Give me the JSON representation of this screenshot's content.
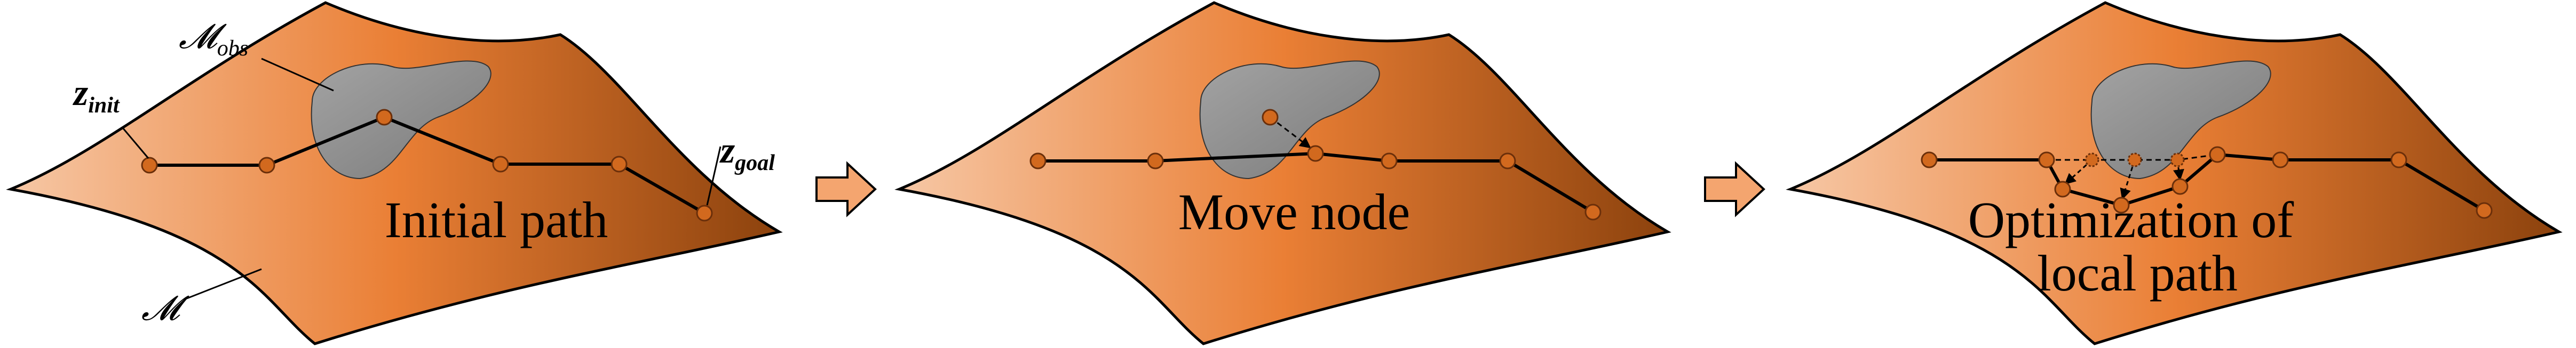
{
  "panels": [
    {
      "caption": [
        "Initial path"
      ],
      "labels": {
        "manifold": "𝓜",
        "obstacle": "𝓜",
        "obstacle_sub": "obs",
        "z_init": "z",
        "z_init_sub": "init",
        "z_goal": "z",
        "z_goal_sub": "goal"
      }
    },
    {
      "caption": [
        "Move node"
      ]
    },
    {
      "caption": [
        "Optimization of",
        "local path"
      ]
    }
  ],
  "colors": {
    "surface_light": "#f6c7a5",
    "surface_mid": "#ea7f35",
    "surface_dark": "#8c420d",
    "obstacle": "#8d8d8d",
    "node": "#d2691e",
    "arrow_fill": "#f4a56f"
  },
  "icons": [
    "right-arrow-icon",
    "right-arrow-icon"
  ]
}
